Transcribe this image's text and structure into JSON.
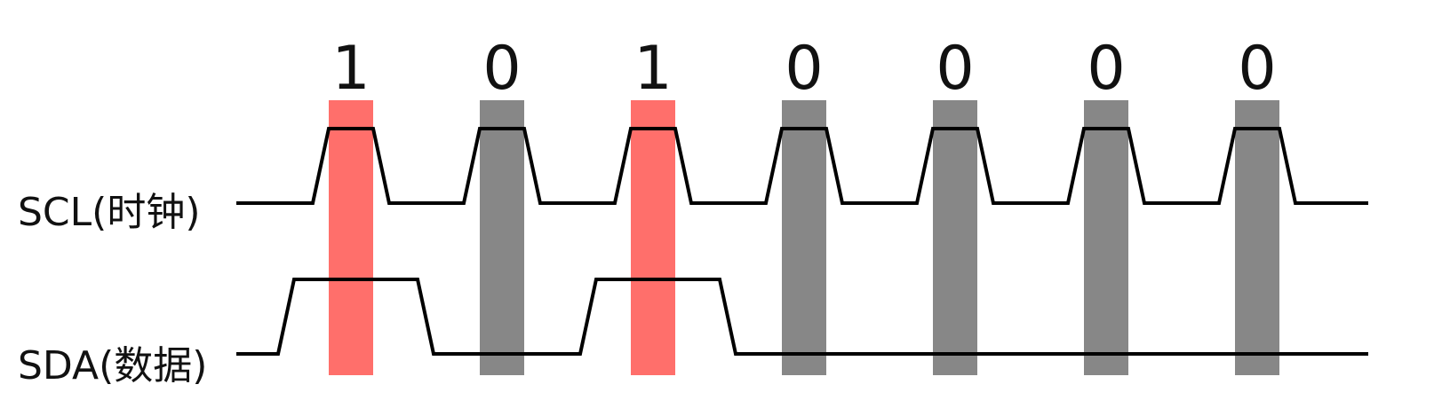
{
  "signals": {
    "scl_label": "SCL(时钟)",
    "sda_label": "SDA(数据)"
  },
  "bits": [
    {
      "value": "1",
      "color": "#ff6f6b"
    },
    {
      "value": "0",
      "color": "#878787"
    },
    {
      "value": "1",
      "color": "#ff6f6b"
    },
    {
      "value": "0",
      "color": "#878787"
    },
    {
      "value": "0",
      "color": "#878787"
    },
    {
      "value": "0",
      "color": "#878787"
    },
    {
      "value": "0",
      "color": "#878787"
    }
  ],
  "colors": {
    "high_bit": "#ff6f6b",
    "low_bit": "#878787",
    "waveform": "#000000",
    "text": "#111111",
    "background": "#ffffff"
  }
}
